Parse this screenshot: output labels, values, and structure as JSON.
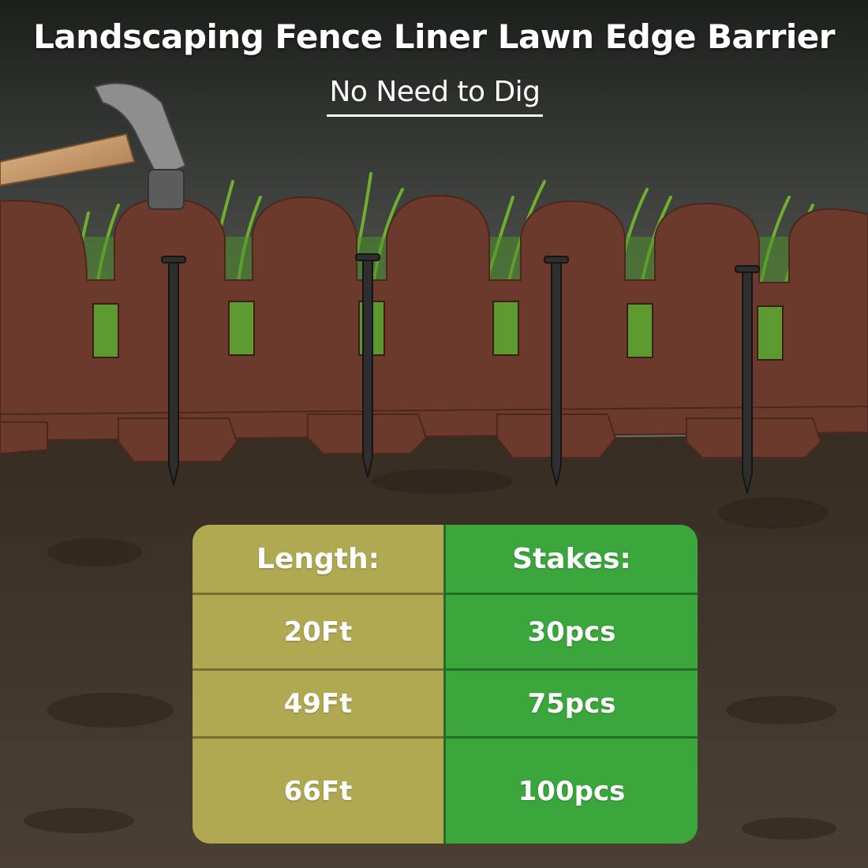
{
  "title": "Landscaping Fence Liner Lawn Edge Barrier",
  "subtitle": "No Need to Dig",
  "table": {
    "headers": [
      "Length:",
      "Stakes:"
    ],
    "rows": [
      [
        "20Ft",
        "30pcs"
      ],
      [
        "49Ft",
        "75pcs"
      ],
      [
        "66Ft",
        "100pcs"
      ]
    ]
  },
  "colors": {
    "fence": "#6b3a2c",
    "length_column": "#b1a952",
    "stakes_column": "#3ba63c",
    "soil": "#3f3328"
  }
}
